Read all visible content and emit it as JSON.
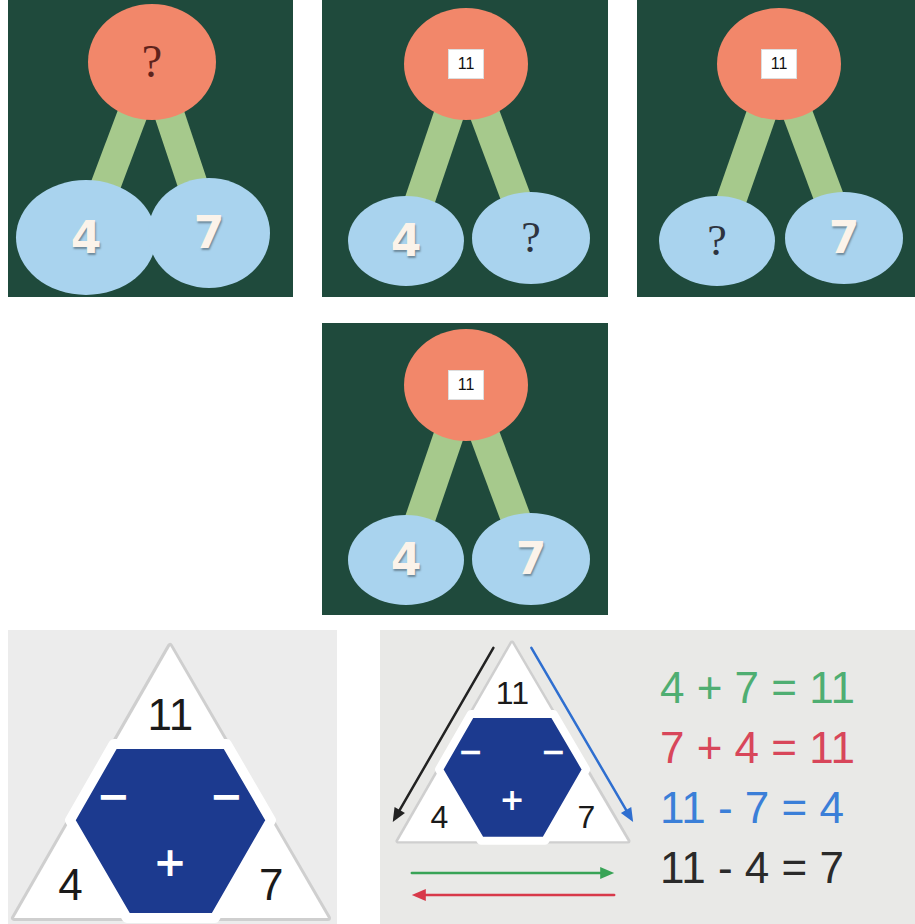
{
  "diagram": {
    "nodes": [
      {
        "text": [
          "?"
        ]
      },
      {
        "text": [
          "4"
        ]
      },
      {
        "text": [
          "7"
        ]
      },
      {
        "text": [
          "11"
        ]
      },
      {
        "text": [
          "4"
        ]
      },
      {
        "text": [
          "?"
        ]
      },
      {
        "text": [
          "11"
        ]
      },
      {
        "text": [
          "?"
        ]
      },
      {
        "text": [
          "7"
        ]
      },
      {
        "text": [
          "11"
        ]
      },
      {
        "text": [
          "4"
        ]
      },
      {
        "text": [
          "7"
        ]
      },
      {
        "text": [
          "11"
        ]
      },
      {
        "text": [
          "−",
          "−",
          "+"
        ]
      },
      {
        "text": [
          "4"
        ]
      },
      {
        "text": [
          "7"
        ]
      },
      {
        "text": [
          "11"
        ]
      },
      {
        "text": [
          "−",
          "−",
          "+"
        ]
      },
      {
        "text": [
          "4"
        ]
      },
      {
        "text": [
          "7"
        ]
      }
    ],
    "edges": [
      {
        "from": 0,
        "to": 1,
        "arrow": "none"
      },
      {
        "from": 0,
        "to": 2,
        "arrow": "none"
      },
      {
        "from": 3,
        "to": 4,
        "arrow": "none"
      },
      {
        "from": 3,
        "to": 5,
        "arrow": "none"
      },
      {
        "from": 6,
        "to": 7,
        "arrow": "none"
      },
      {
        "from": 6,
        "to": 8,
        "arrow": "none"
      },
      {
        "from": 9,
        "to": 10,
        "arrow": "none"
      },
      {
        "from": 9,
        "to": 11,
        "arrow": "none"
      },
      {
        "from": 16,
        "to": 18,
        "arrow": "to"
      },
      {
        "from": 16,
        "to": 19,
        "arrow": "to"
      },
      {
        "from": 18,
        "to": 19,
        "arrow": "to"
      },
      {
        "from": 19,
        "to": 18,
        "arrow": "to"
      }
    ],
    "labels": [
      "4 + 7 = 11",
      "7 + 4 = 11",
      "11 - 7 = 4",
      "11 - 4 = 7"
    ]
  }
}
